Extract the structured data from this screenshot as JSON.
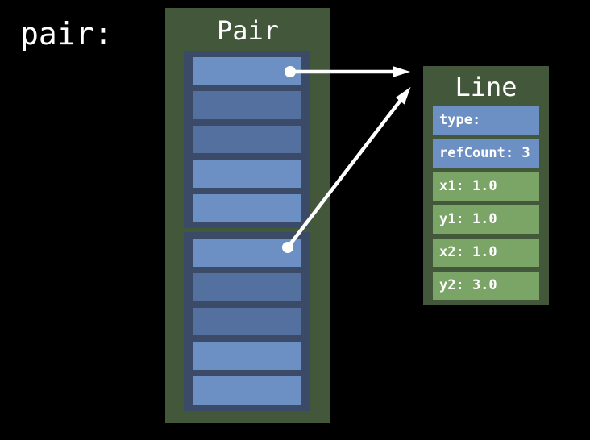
{
  "pair_label": "pair:",
  "pair_box": {
    "title": "Pair",
    "groups": [
      {
        "slots": [
          "light",
          "dark",
          "dark",
          "light",
          "light"
        ]
      },
      {
        "slots": [
          "light",
          "dark",
          "dark",
          "light",
          "light"
        ]
      }
    ]
  },
  "line_box": {
    "title": "Line",
    "fields": [
      {
        "label": "type:",
        "tone": "blue"
      },
      {
        "label": "refCount: 3",
        "tone": "blue"
      },
      {
        "label": "x1: 1.0",
        "tone": "green"
      },
      {
        "label": "y1: 1.0",
        "tone": "green"
      },
      {
        "label": "x2: 1.0",
        "tone": "green"
      },
      {
        "label": "y2: 3.0",
        "tone": "green"
      }
    ]
  },
  "arrows": [
    {
      "from": "pair-group1-slot1",
      "to": "line-box",
      "dot": [
        360,
        89
      ],
      "line_end": [
        490,
        89
      ]
    },
    {
      "from": "pair-group2-slot1",
      "to": "line-box",
      "dot": [
        357,
        307
      ],
      "line_end": [
        498,
        123
      ]
    }
  ],
  "colors": {
    "background": "#000000",
    "box_green": "#43573A",
    "field_green": "#7BA467",
    "group_navy": "#3B4A66",
    "slot_light": "#6C8FC4",
    "slot_dark": "#53709E",
    "arrow": "#FFFFFF",
    "text": "#FFFFFF"
  }
}
